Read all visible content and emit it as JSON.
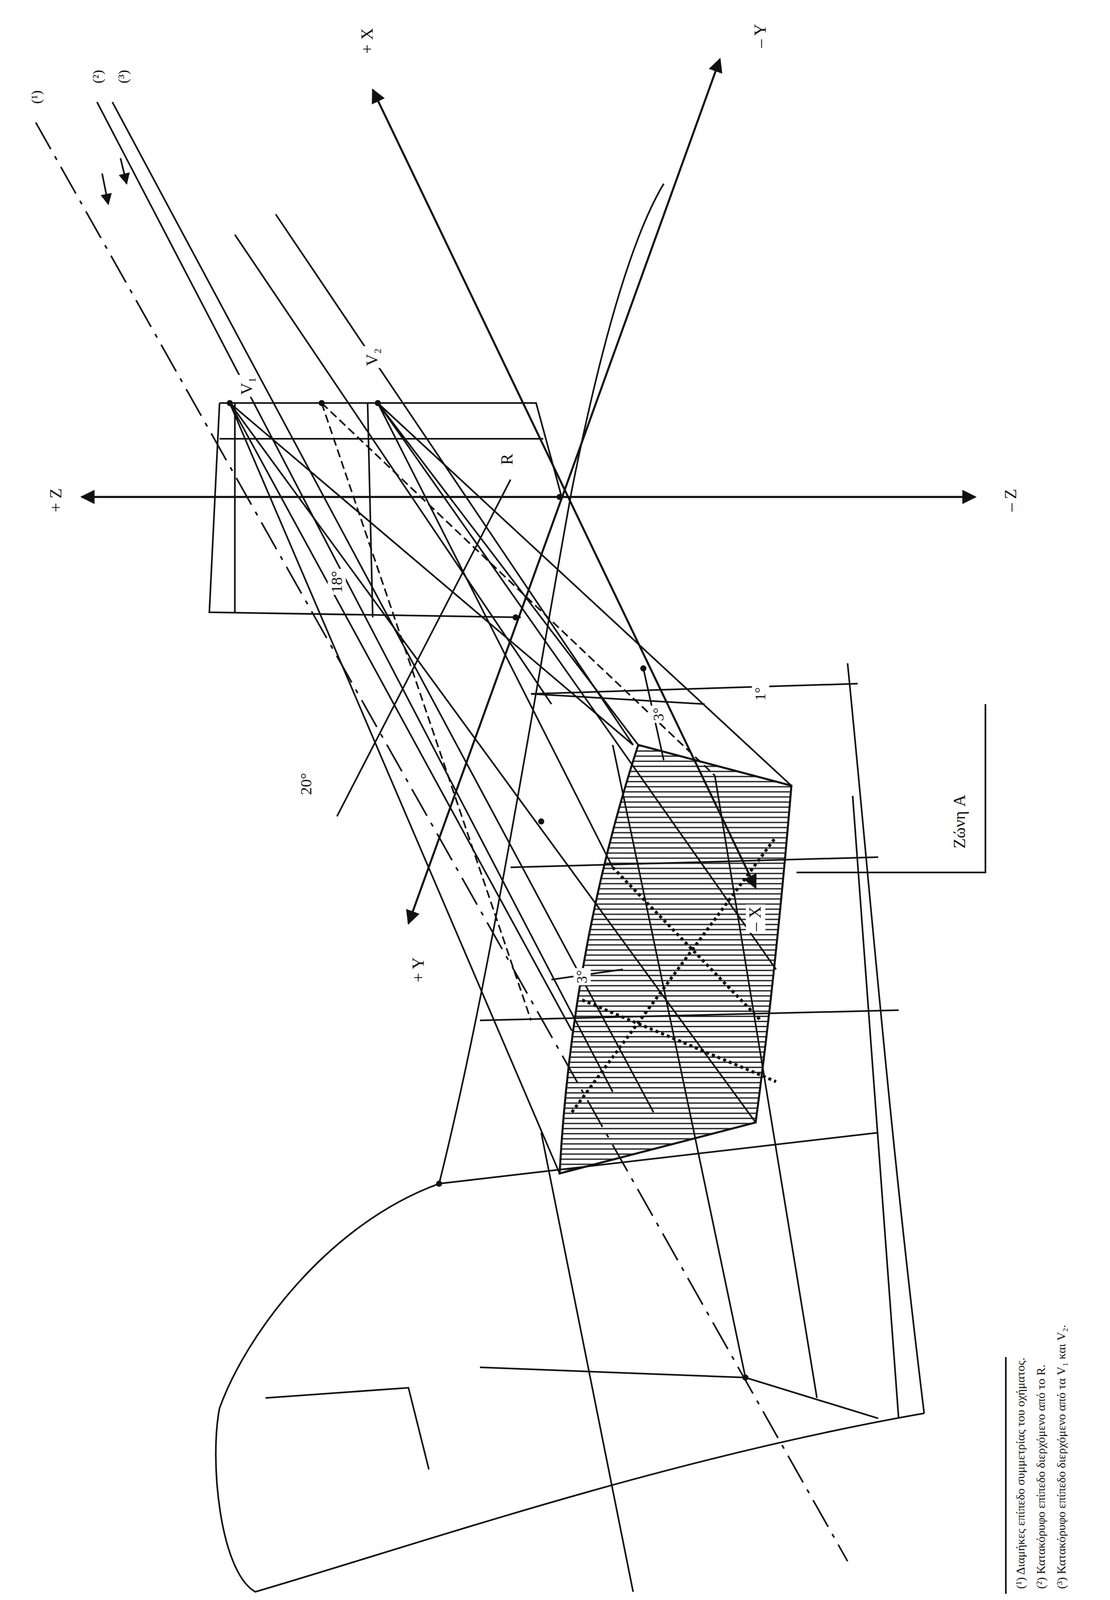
{
  "diagram": {
    "labels": [
      "(¹)",
      "(²)",
      "(³)",
      "+ X",
      "– Y",
      "+ Z",
      "– Z",
      "V₁",
      "V₂",
      "R",
      "18°",
      "20°",
      "+ Y",
      "3°",
      "1°",
      "3°",
      "– X",
      "Ζώνη A",
      "(¹) Διαμήκες επίπεδο συμμετρίας του οχήματος.",
      "(²) Κατακόρυφο επίπεδο διερχόμενο από το R.",
      "(³) Κατακόρυφο επίπεδο διερχόμενο από τα V₁ και V₂."
    ]
  }
}
